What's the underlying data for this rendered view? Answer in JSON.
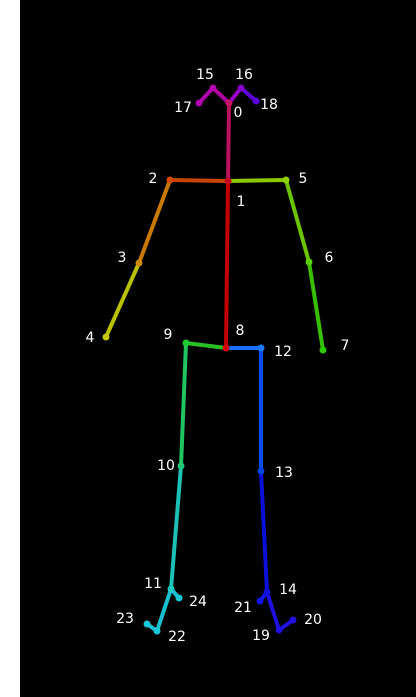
{
  "colors": {
    "page_background": "#ffffff",
    "frame_background": "#000000",
    "label_text": "#ffffff"
  },
  "keypoints": [
    {
      "id": "0",
      "label": "0",
      "color": "#c21462"
    },
    {
      "id": "1",
      "label": "1",
      "color": "#c8001e"
    },
    {
      "id": "2",
      "label": "2",
      "color": "#d24a00"
    },
    {
      "id": "3",
      "label": "3",
      "color": "#cc8a00"
    },
    {
      "id": "4",
      "label": "4",
      "color": "#c8c800"
    },
    {
      "id": "5",
      "label": "5",
      "color": "#8fd200"
    },
    {
      "id": "6",
      "label": "6",
      "color": "#5bd000"
    },
    {
      "id": "7",
      "label": "7",
      "color": "#2ec800"
    },
    {
      "id": "8",
      "label": "8",
      "color": "#d40000"
    },
    {
      "id": "9",
      "label": "9",
      "color": "#22cc33"
    },
    {
      "id": "10",
      "label": "10",
      "color": "#22c877"
    },
    {
      "id": "11",
      "label": "11",
      "color": "#1cc8c0"
    },
    {
      "id": "12",
      "label": "12",
      "color": "#1a7cff"
    },
    {
      "id": "13",
      "label": "13",
      "color": "#0044e0"
    },
    {
      "id": "14",
      "label": "14",
      "color": "#1010d8"
    },
    {
      "id": "15",
      "label": "15",
      "color": "#b000b0"
    },
    {
      "id": "16",
      "label": "16",
      "color": "#8800cc"
    },
    {
      "id": "17",
      "label": "17",
      "color": "#b000b0"
    },
    {
      "id": "18",
      "label": "18",
      "color": "#5a00e0"
    },
    {
      "id": "19",
      "label": "19",
      "color": "#2010e0"
    },
    {
      "id": "20",
      "label": "20",
      "color": "#2010e0"
    },
    {
      "id": "21",
      "label": "21",
      "color": "#1414e8"
    },
    {
      "id": "22",
      "label": "22",
      "color": "#18c8d8"
    },
    {
      "id": "23",
      "label": "23",
      "color": "#18c8d8"
    },
    {
      "id": "24",
      "label": "24",
      "color": "#18c8d8"
    }
  ],
  "connections": [
    {
      "from": "1",
      "to": "0",
      "color": "#b8125c"
    },
    {
      "from": "1",
      "to": "8",
      "color": "#c40000"
    },
    {
      "from": "1",
      "to": "2",
      "color": "#c84400"
    },
    {
      "from": "1",
      "to": "5",
      "color": "#8cc800"
    },
    {
      "from": "2",
      "to": "3",
      "color": "#c87a00"
    },
    {
      "from": "3",
      "to": "4",
      "color": "#b8c000"
    },
    {
      "from": "5",
      "to": "6",
      "color": "#6cc400"
    },
    {
      "from": "6",
      "to": "7",
      "color": "#38c000"
    },
    {
      "from": "8",
      "to": "9",
      "color": "#28c024"
    },
    {
      "from": "8",
      "to": "12",
      "color": "#1a70ff"
    },
    {
      "from": "9",
      "to": "10",
      "color": "#22c460"
    },
    {
      "from": "10",
      "to": "11",
      "color": "#1cc0b4"
    },
    {
      "from": "11",
      "to": "24",
      "color": "#18c0d0"
    },
    {
      "from": "11",
      "to": "22",
      "color": "#18c0d0"
    },
    {
      "from": "22",
      "to": "23",
      "color": "#18c0d0"
    },
    {
      "from": "12",
      "to": "13",
      "color": "#0a4cf0"
    },
    {
      "from": "13",
      "to": "14",
      "color": "#0a10d8"
    },
    {
      "from": "14",
      "to": "19",
      "color": "#2010e0"
    },
    {
      "from": "19",
      "to": "20",
      "color": "#2010e0"
    },
    {
      "from": "14",
      "to": "21",
      "color": "#1414e8"
    },
    {
      "from": "0",
      "to": "15",
      "color": "#b0009e"
    },
    {
      "from": "0",
      "to": "16",
      "color": "#9a00c8"
    },
    {
      "from": "15",
      "to": "17",
      "color": "#b000b0"
    },
    {
      "from": "16",
      "to": "18",
      "color": "#6000d8"
    }
  ]
}
